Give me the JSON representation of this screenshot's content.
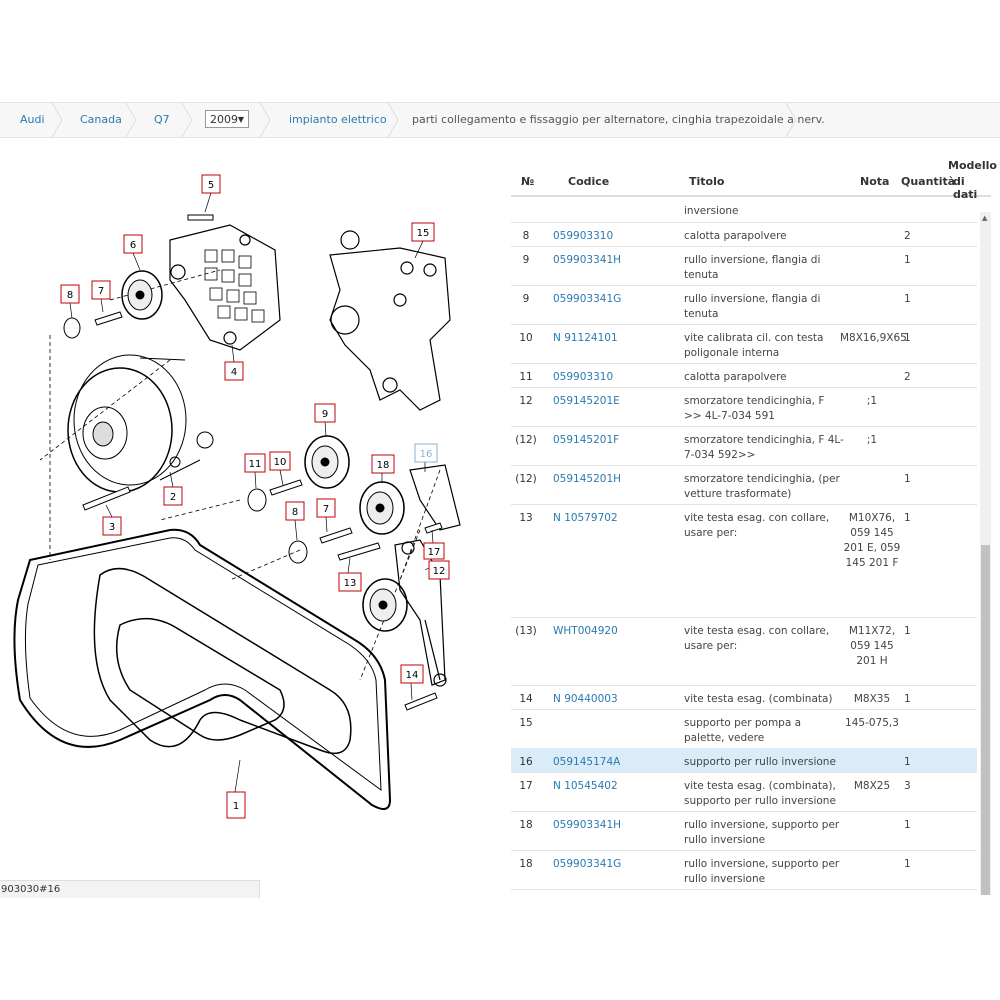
{
  "breadcrumb": {
    "items": [
      "Audi",
      "Canada",
      "Q7"
    ],
    "year": "2009",
    "section": "impianto elettrico",
    "page": "parti collegamento e fissaggio per alternatore, cinghia trapezoidale a nerv."
  },
  "diagram": {
    "caption": "903030#16",
    "labels": [
      "1",
      "2",
      "3",
      "4",
      "5",
      "6",
      "7",
      "8",
      "9",
      "10",
      "11",
      "12",
      "13",
      "14",
      "15",
      "16",
      "17",
      "18"
    ]
  },
  "table": {
    "headers": {
      "num": "№",
      "code": "Codice",
      "title": "Titolo",
      "note": "Nota",
      "qty": "Quantità",
      "model": "Modello",
      "model2": "di dati"
    },
    "partial_row": "inversione",
    "rows": [
      {
        "num": "8",
        "code": "059903310",
        "title": "calotta parapolvere",
        "note": "",
        "qty": "2"
      },
      {
        "num": "9",
        "code": "059903341H",
        "title": "rullo inversione, flangia di tenuta",
        "note": "",
        "qty": "1"
      },
      {
        "num": "9",
        "code": "059903341G",
        "title": "rullo inversione, flangia di tenuta",
        "note": "",
        "qty": "1"
      },
      {
        "num": "10",
        "code": "N 91124101",
        "title": "vite calibrata cil. con testa poligonale interna",
        "note": "M8X16,9X65",
        "qty": "1"
      },
      {
        "num": "11",
        "code": "059903310",
        "title": "calotta parapolvere",
        "note": "",
        "qty": "2"
      },
      {
        "num": "12",
        "code": "059145201E",
        "title": "smorzatore tendicinghia, F >> 4L-7-034 591",
        "note": ";1",
        "qty": ""
      },
      {
        "num": "(12)",
        "code": "059145201F",
        "title": "smorzatore tendicinghia, F 4L-7-034 592>>",
        "note": ";1",
        "qty": ""
      },
      {
        "num": "(12)",
        "code": "059145201H",
        "title": "smorzatore tendicinghia, (per vetture trasformate)",
        "note": "",
        "qty": "1"
      },
      {
        "num": "13",
        "code": "N 10579702",
        "title": "vite testa esag. con collare, usare per:",
        "note": "M10X76, 059 145 201 E, 059 145 201 F",
        "qty": "1"
      },
      {
        "num": "(13)",
        "code": "WHT004920",
        "title": "vite testa esag. con collare, usare per:",
        "note": "M11X72, 059 145 201 H",
        "qty": "1"
      },
      {
        "num": "14",
        "code": "N 90440003",
        "title": "vite testa esag. (combinata)",
        "note": "M8X35",
        "qty": "1"
      },
      {
        "num": "15",
        "code": "",
        "title": "supporto per pompa a palette, vedere pagina,posizione:",
        "note": "145-075,3",
        "qty": ""
      },
      {
        "num": "16",
        "code": "059145174A",
        "title": "supporto per rullo inversione",
        "note": "",
        "qty": "1"
      },
      {
        "num": "17",
        "code": "N 10545402",
        "title": "vite testa esag. (combinata), supporto per rullo inversione",
        "note": "M8X25",
        "qty": "3"
      },
      {
        "num": "18",
        "code": "059903341H",
        "title": "rullo inversione, supporto per rullo inversione",
        "note": "",
        "qty": "1"
      },
      {
        "num": "18",
        "code": "059903341G",
        "title": "rullo inversione, supporto per rullo inversione",
        "note": "",
        "qty": "1"
      }
    ],
    "highlighted_index": 12
  },
  "colors": {
    "link": "#2a7ab0",
    "highlight": "#d9ecf7",
    "callout": "#c00000"
  }
}
